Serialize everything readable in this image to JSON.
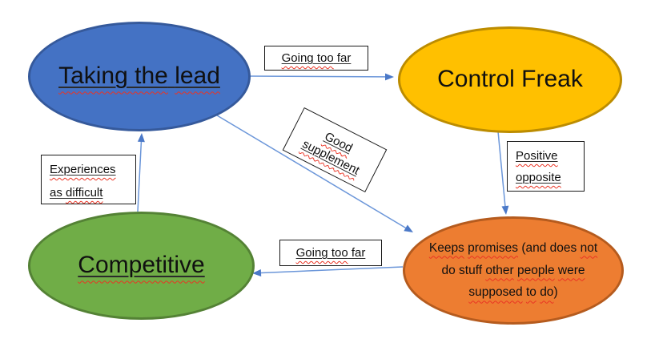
{
  "diagram": {
    "title": "",
    "background_color": "#FFFFFF",
    "arrow_color": "#4B79C8",
    "spellcheck_squiggle_color": "#EA3323",
    "nodes": {
      "taking_the_lead": {
        "label": "Taking the lead",
        "shape": "ellipse",
        "fill": "#4472C4",
        "border": "#35599B",
        "label_parts": [
          {
            "t": "Taking the",
            "sq": true
          },
          {
            "t": " ",
            "sq": false
          },
          {
            "t": "lead",
            "sq": true
          }
        ]
      },
      "control_freak": {
        "label": "Control Freak",
        "shape": "ellipse",
        "fill": "#FFC000",
        "border": "#BC8C00"
      },
      "competitive": {
        "label": "Competitive",
        "shape": "ellipse",
        "fill": "#70AD47",
        "border": "#548235",
        "label_parts": [
          {
            "t": "Competitive",
            "sq": true
          }
        ]
      },
      "keeps_promises": {
        "label": "Keeps promises (and does not do stuff other people were supposed to do)",
        "shape": "ellipse",
        "fill": "#ED7D31",
        "border": "#B55B1E",
        "label_parts": [
          {
            "t": "Keeps",
            "sq": true
          },
          {
            "t": " ",
            "sq": false
          },
          {
            "t": "promises",
            "sq": true
          },
          {
            "t": " (and does ",
            "sq": false
          },
          {
            "t": "not",
            "sq": true
          },
          {
            "br": true
          },
          {
            "t": "do stuff ",
            "sq": false
          },
          {
            "t": "other",
            "sq": true
          },
          {
            "t": " ",
            "sq": false
          },
          {
            "t": "people",
            "sq": true
          },
          {
            "t": " ",
            "sq": false
          },
          {
            "t": "were",
            "sq": true
          },
          {
            "br": true
          },
          {
            "t": "supposed",
            "sq": true
          },
          {
            "t": " ",
            "sq": false
          },
          {
            "t": "to",
            "sq": true
          },
          {
            "t": " ",
            "sq": false
          },
          {
            "t": "do",
            "sq": true
          },
          {
            "t": ")",
            "sq": false
          }
        ]
      }
    },
    "edges": [
      {
        "from": "taking_the_lead",
        "to": "control_freak",
        "label": "Going too far",
        "label_parts": [
          {
            "t": "Going too",
            "sq": true
          },
          {
            "t": " far",
            "sq": false
          }
        ]
      },
      {
        "from": "taking_the_lead",
        "to": "keeps_promises",
        "label": "Good supplement",
        "label_parts": [
          {
            "t": "Good",
            "sq": true
          },
          {
            "br": true
          },
          {
            "t": "supplement",
            "sq": true
          }
        ]
      },
      {
        "from": "control_freak",
        "to": "keeps_promises",
        "label": "Positive opposite",
        "label_parts": [
          {
            "t": "Positive",
            "sq": true
          },
          {
            "br": true
          },
          {
            "t": "opposite",
            "sq": true
          }
        ]
      },
      {
        "from": "keeps_promises",
        "to": "competitive",
        "label": "Going too far",
        "label_parts": [
          {
            "t": "Going too",
            "sq": true
          },
          {
            "t": " far",
            "sq": false
          }
        ]
      },
      {
        "from": "competitive",
        "to": "taking_the_lead",
        "label": "Experiences as difficult",
        "label_parts": [
          {
            "t": "Experiences",
            "sq": true
          },
          {
            "br": true
          },
          {
            "t": "as ",
            "sq": false
          },
          {
            "t": "difficult",
            "sq": true
          }
        ]
      }
    ]
  }
}
